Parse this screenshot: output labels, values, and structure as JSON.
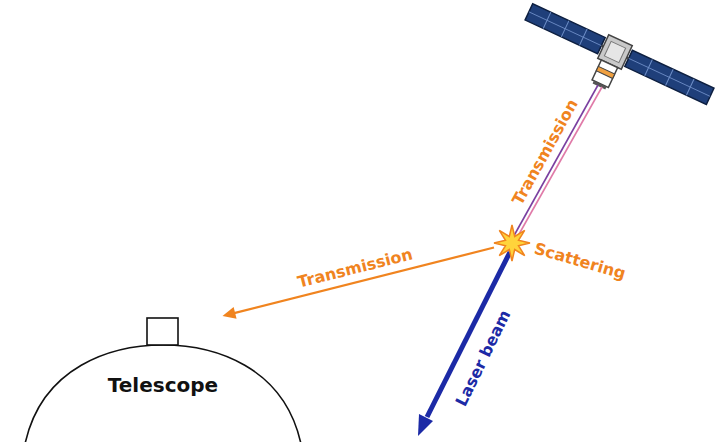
{
  "diagram": {
    "nodes": [
      {
        "text": [
          "Scattering"
        ]
      },
      {
        "text": [
          "Telescope"
        ]
      }
    ],
    "edges": [
      {
        "from": 0,
        "to": 1,
        "arrow": "to",
        "label": "Transmission"
      }
    ],
    "labels": [
      "Transmission",
      "Laser beam"
    ]
  }
}
